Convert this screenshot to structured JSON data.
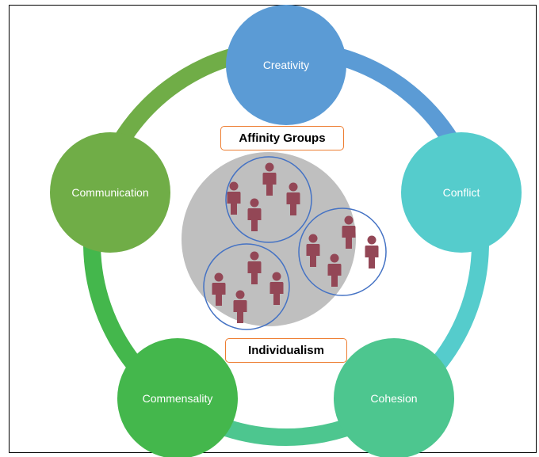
{
  "cycle": {
    "nodes": [
      {
        "label": "Creativity",
        "color": "#5b9bd5"
      },
      {
        "label": "Conflict",
        "color": "#55cccc"
      },
      {
        "label": "Cohesion",
        "color": "#4dc68f"
      },
      {
        "label": "Commensality",
        "color": "#44b74c"
      },
      {
        "label": "Communication",
        "color": "#70ad47"
      }
    ],
    "arc_colors": [
      "#5b9bd5",
      "#55cccc",
      "#4dc68f",
      "#44b74c",
      "#70ad47"
    ]
  },
  "center": {
    "top_tag": "Affinity Groups",
    "bottom_tag": "Individualism",
    "disc_color": "#bfbfbf",
    "tag_border_color": "#ed7d31",
    "group_ring_color": "#4472c4",
    "person_icon_color": "#934756",
    "groups": [
      {
        "icon": "people-group-icon",
        "people": 4
      },
      {
        "icon": "people-group-icon",
        "people": 4
      },
      {
        "icon": "people-group-icon",
        "people": 4
      }
    ]
  }
}
